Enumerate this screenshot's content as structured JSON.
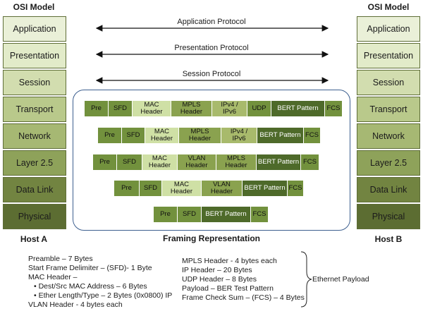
{
  "left_stack": {
    "title": "OSI Model",
    "host": "Host A",
    "layers": [
      "Application",
      "Presentation",
      "Session",
      "Transport",
      "Network",
      "Layer 2.5",
      "Data Link",
      "Physical"
    ]
  },
  "right_stack": {
    "title": "OSI Model",
    "host": "Host B",
    "layers": [
      "Application",
      "Presentation",
      "Session",
      "Transport",
      "Network",
      "Layer 2.5",
      "Data Link",
      "Physical"
    ]
  },
  "layer_colors": [
    "#eaf0d8",
    "#e2ebc9",
    "#d2ddaf",
    "#b9c98b",
    "#a6b873",
    "#8ea25a",
    "#728441",
    "#5c6d32"
  ],
  "protocols": [
    "Application Protocol",
    "Presentation Protocol",
    "Session Protocol"
  ],
  "frame_title": "Framing Representation",
  "field_colors": {
    "Pre": "#72913d",
    "SFD": "#72913d",
    "MAC": "#cfe0a5",
    "MPLS": "#8aa24f",
    "IP": "#a8ba6c",
    "UDP": "#72913d",
    "VLAN": "#8aa24f",
    "BERT": "#4e6a2a",
    "FCS": "#72913d"
  },
  "frames": [
    {
      "fields": [
        {
          "label": "Pre",
          "kind": "Pre"
        },
        {
          "label": "SFD",
          "kind": "SFD"
        },
        {
          "label": "MAC\nHeader",
          "kind": "MAC"
        },
        {
          "label": "MPLS\nHeader",
          "kind": "MPLS"
        },
        {
          "label": "IPv4 /\nIPv6",
          "kind": "IP"
        },
        {
          "label": "UDP",
          "kind": "UDP"
        },
        {
          "label": "BERT Pattern",
          "kind": "BERT"
        },
        {
          "label": "FCS",
          "kind": "FCS"
        }
      ]
    },
    {
      "fields": [
        {
          "label": "Pre",
          "kind": "Pre"
        },
        {
          "label": "SFD",
          "kind": "SFD"
        },
        {
          "label": "MAC\nHeader",
          "kind": "MAC"
        },
        {
          "label": "MPLS\nHeader",
          "kind": "MPLS"
        },
        {
          "label": "IPv4 /\nIPv6",
          "kind": "IP"
        },
        {
          "label": "BERT Pattern",
          "kind": "BERT"
        },
        {
          "label": "FCS",
          "kind": "FCS"
        }
      ]
    },
    {
      "fields": [
        {
          "label": "Pre",
          "kind": "Pre"
        },
        {
          "label": "SFD",
          "kind": "SFD"
        },
        {
          "label": "MAC\nHeader",
          "kind": "MAC"
        },
        {
          "label": "VLAN\nHeader",
          "kind": "VLAN"
        },
        {
          "label": "MPLS\nHeader",
          "kind": "MPLS"
        },
        {
          "label": "BERT Pattern",
          "kind": "BERT"
        },
        {
          "label": "FCS",
          "kind": "FCS"
        }
      ]
    },
    {
      "fields": [
        {
          "label": "Pre",
          "kind": "Pre"
        },
        {
          "label": "SFD",
          "kind": "SFD"
        },
        {
          "label": "MAC\nHeader",
          "kind": "MAC"
        },
        {
          "label": "VLAN\nHeader",
          "kind": "VLAN"
        },
        {
          "label": "BERT Pattern",
          "kind": "BERT"
        },
        {
          "label": "FCS",
          "kind": "FCS"
        }
      ]
    },
    {
      "fields": [
        {
          "label": "Pre",
          "kind": "Pre"
        },
        {
          "label": "SFD",
          "kind": "SFD"
        },
        {
          "label": "BERT Pattern",
          "kind": "BERT"
        },
        {
          "label": "FCS",
          "kind": "FCS"
        }
      ]
    }
  ],
  "notes_left": {
    "preamble": "Preamble – 7 Bytes",
    "sfd": "Start Frame Delimiter – (SFD)- 1 Byte",
    "mac": "MAC Header –",
    "mac_addr": "Dest/Src MAC Address – 6 Bytes",
    "ether_type": "Ether Length/Type – 2 Bytes (0x0800) IP",
    "vlan": "VLAN Header - 4 bytes each"
  },
  "notes_right": {
    "mpls": "MPLS Header - 4 bytes each",
    "ip": "IP Header – 20 Bytes",
    "udp": "UDP Header – 8 Bytes",
    "payload": "Payload – BER Test Pattern",
    "fcs": "Frame Check Sum – (FCS) – 4 Bytes"
  },
  "ethernet_payload": "Ethernet Payload"
}
